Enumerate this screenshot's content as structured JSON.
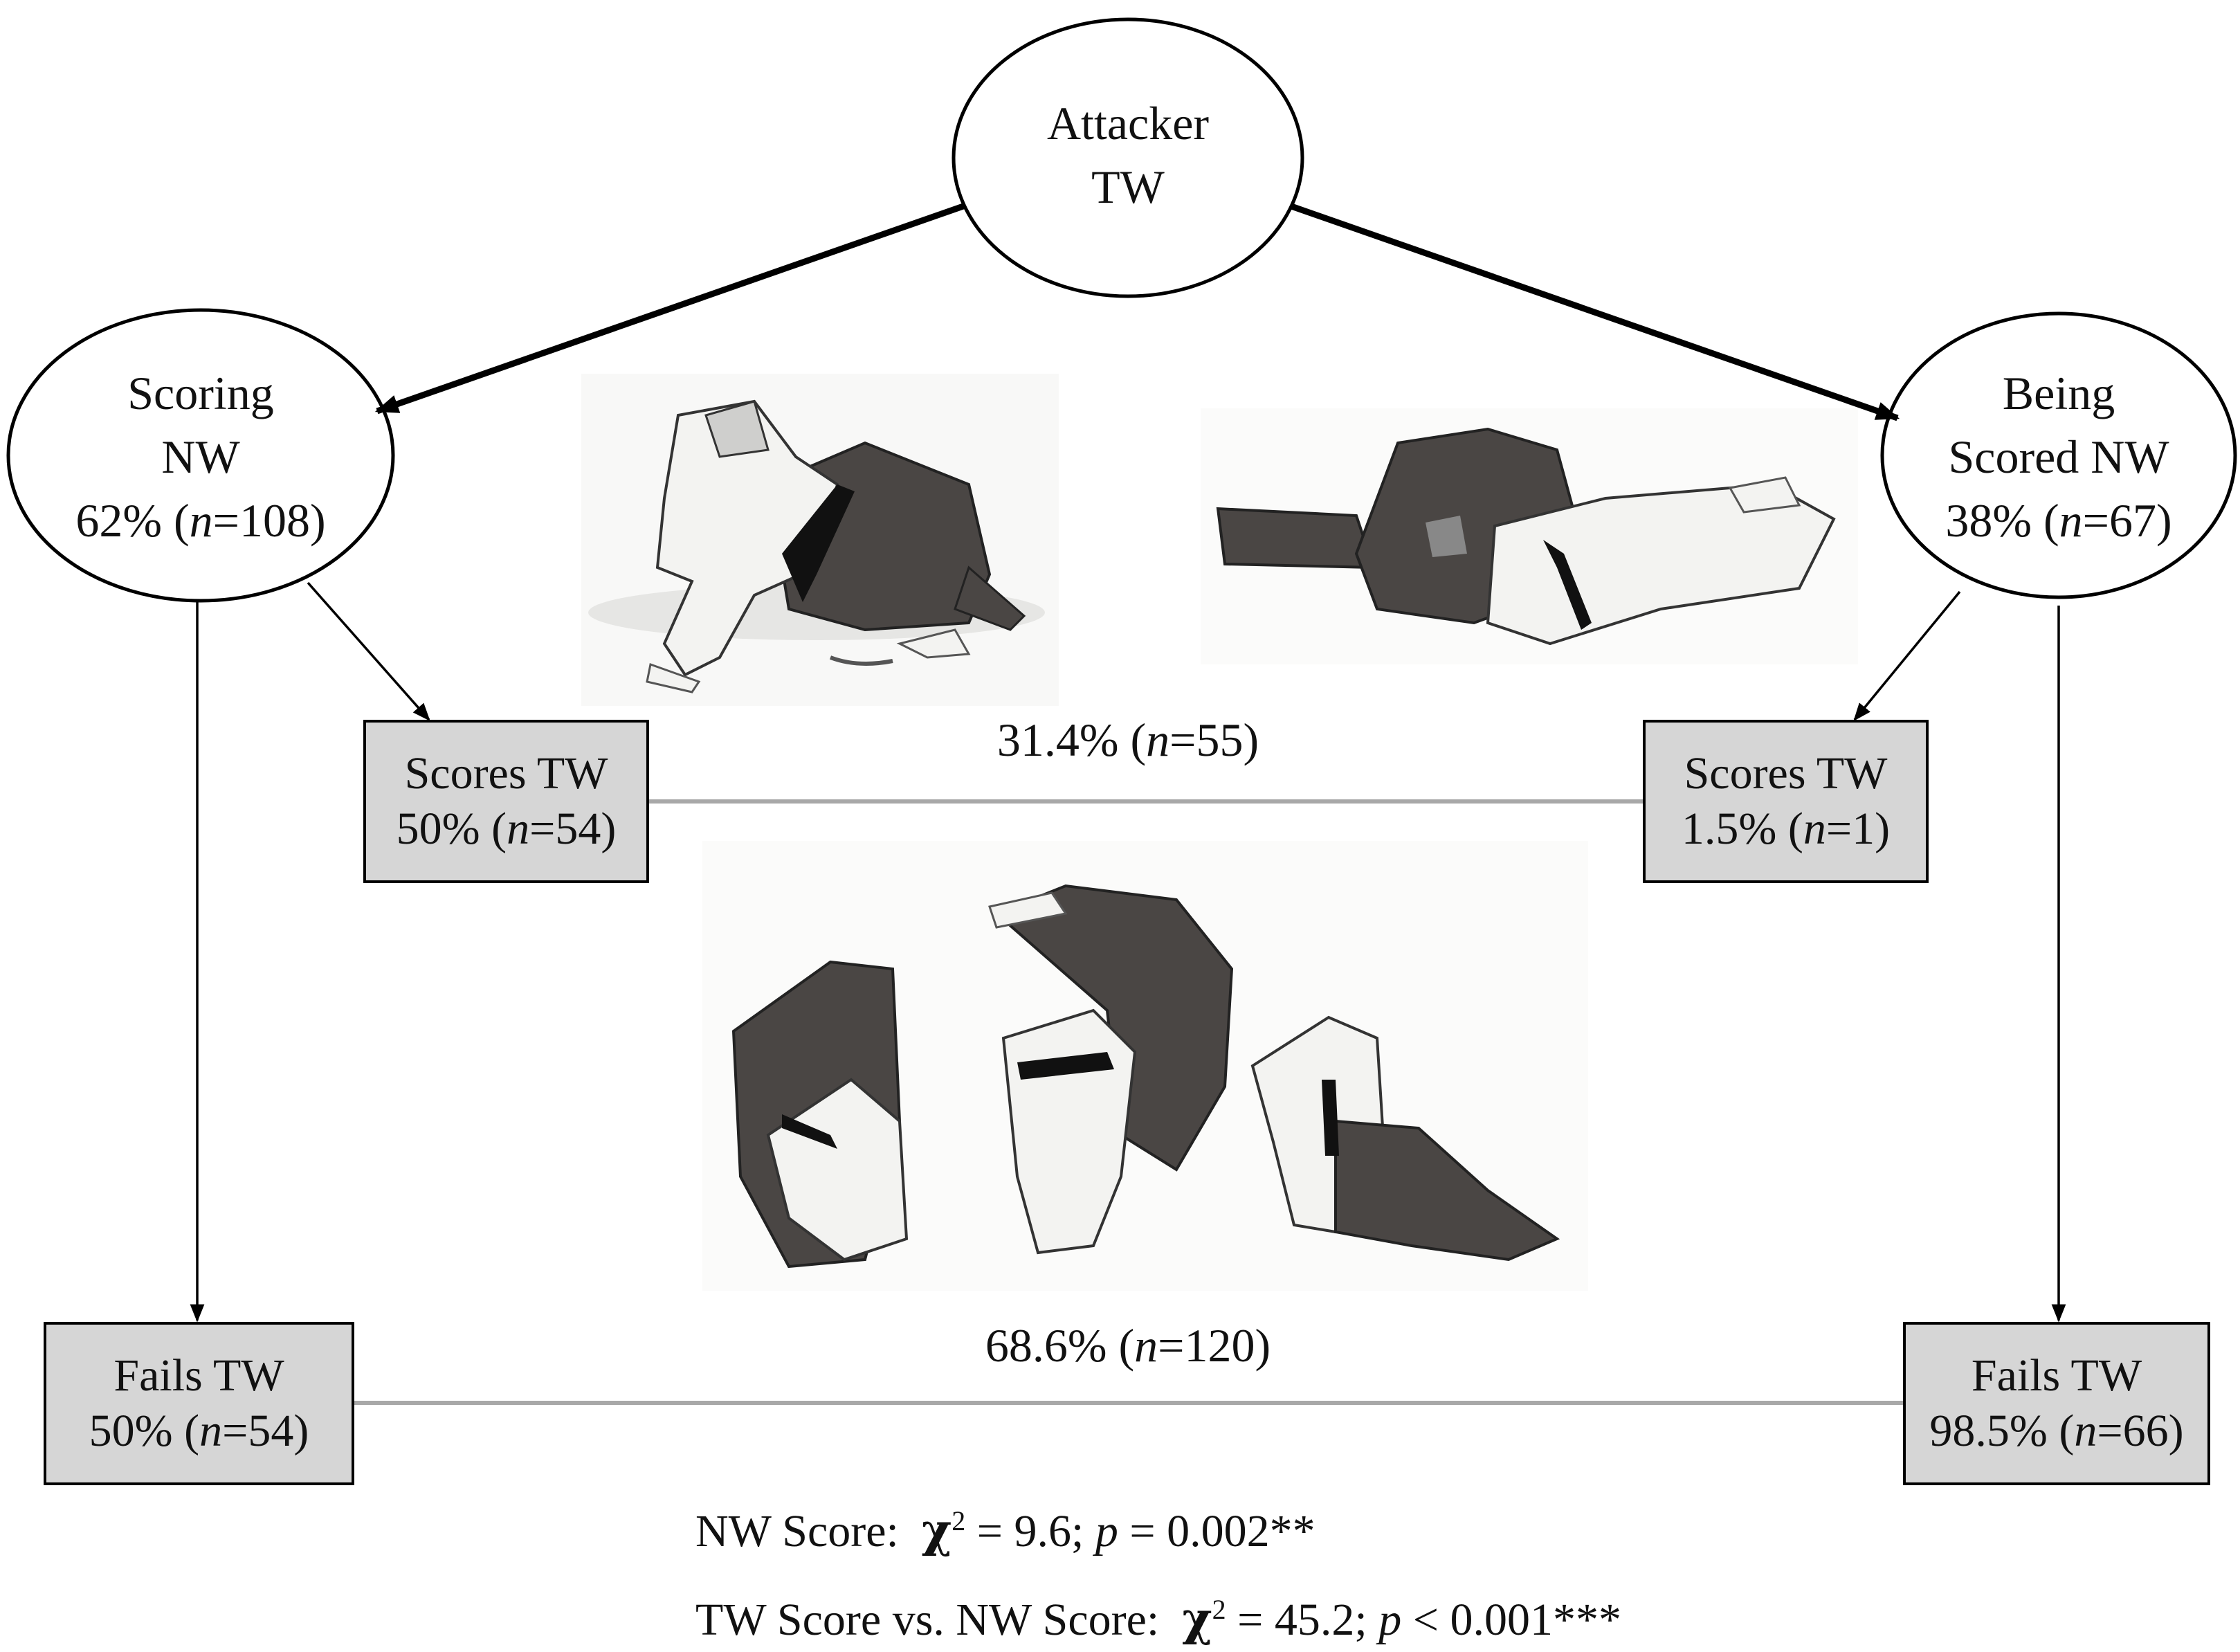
{
  "nodes": {
    "attacker": {
      "line1": "Attacker",
      "line2": "TW"
    },
    "scoring": {
      "line1": "Scoring",
      "line2": "NW",
      "pct": "62% (",
      "n": "n",
      "rest": "=108)"
    },
    "being_scored": {
      "line1": "Being",
      "line2": "Scored NW",
      "pct": "38% (",
      "n": "n",
      "rest": "=67)"
    }
  },
  "boxes": {
    "scores_left": {
      "line1": "Scores TW",
      "pct": "50% (",
      "n": "n",
      "rest": "=54)"
    },
    "scores_right": {
      "line1": "Scores TW",
      "pct": "1.5% (",
      "n": "n",
      "rest": "=1)"
    },
    "fails_left": {
      "line1": "Fails TW",
      "pct": "50% (",
      "n": "n",
      "rest": "=54)"
    },
    "fails_right": {
      "line1": "Fails TW",
      "pct": "98.5% (",
      "n": "n",
      "rest": "=66)"
    }
  },
  "outcomes": {
    "scores_row": {
      "pct": "31.4% (",
      "n": "n",
      "rest": "=55)"
    },
    "fails_row": {
      "pct": "68.6% (",
      "n": "n",
      "rest": "=120)"
    }
  },
  "stats": {
    "nw": {
      "label": "NW Score:",
      "chi": "χ",
      "sq": "2",
      "eq": " = 9.6; ",
      "p": "p",
      "val": " = 0.002**"
    },
    "tw_vs_nw": {
      "label": "TW Score vs. NW Score:",
      "chi": "χ",
      "sq": "2",
      "eq": " = 45.2; ",
      "p": "p",
      "val": " < 0.001***"
    }
  },
  "colors": {
    "box_fill": "#d6d6d6",
    "connector": "#a8a8a8",
    "judogi_dark": "#4a4644",
    "judogi_light": "#f3f3f1"
  }
}
